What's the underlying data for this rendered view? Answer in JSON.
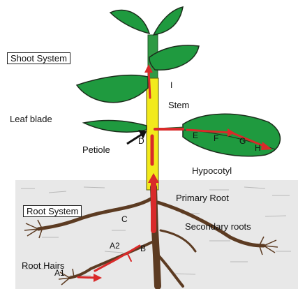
{
  "labels": {
    "shoot_system": "Shoot System",
    "root_system": "Root System",
    "leaf_blade": "Leaf blade",
    "petiole": "Petiole",
    "stem": "Stem",
    "hypocotyl": "Hypocotyl",
    "primary_root": "Primary Root",
    "secondary_roots": "Secondary roots",
    "root_hairs": "Root Hairs"
  },
  "points": {
    "A1": "A1",
    "A2": "A2",
    "B": "B",
    "C": "C",
    "D": "D",
    "E": "E",
    "F": "F",
    "G": "G",
    "H": "H",
    "I": "I"
  },
  "colors": {
    "leaf": "#1f9a3f",
    "stem": "#f2ea1c",
    "root": "#5c3b22",
    "arrow": "#d92a2a",
    "soil": "#e6e6e6"
  }
}
